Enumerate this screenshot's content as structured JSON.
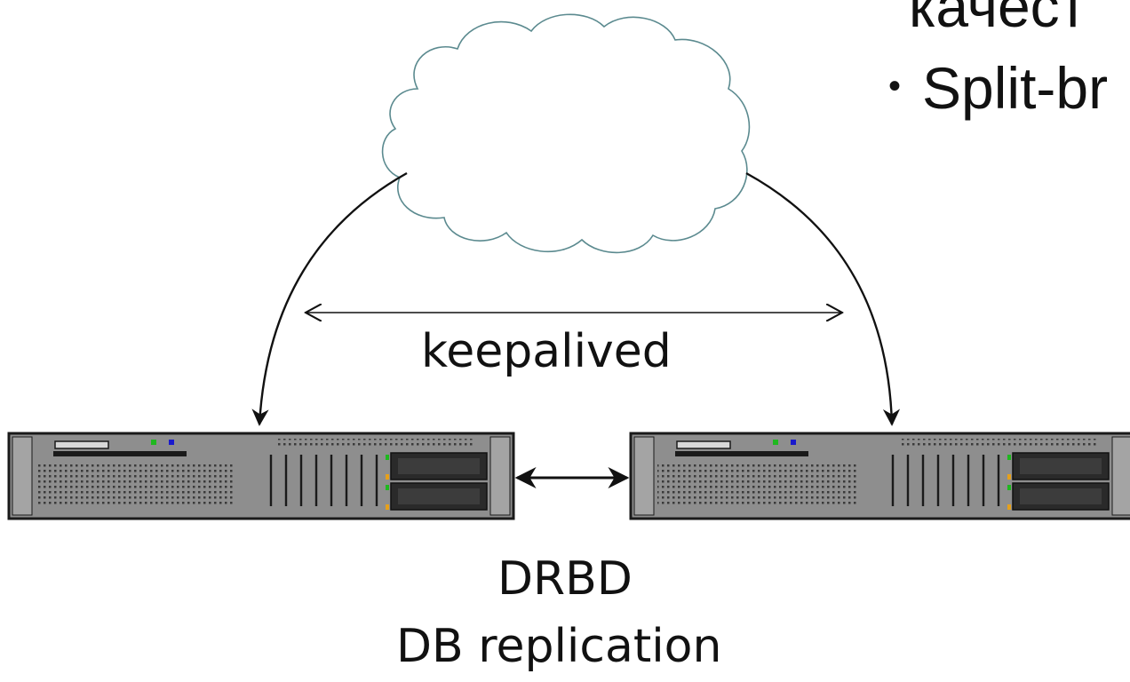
{
  "slide": {
    "bullet_line_1": "качест",
    "bullet_symbol": "•",
    "bullet_line_2": "Split-br"
  },
  "diagram": {
    "heartbeat_label": "keepalived",
    "replication_label_1": "DRBD",
    "replication_label_2": "DB replication",
    "nodes": [
      "server",
      "server"
    ],
    "colors": {
      "cloud_stroke": "#5b8a8f",
      "server_body": "#8e8e8e",
      "server_outline": "#1a1a1a",
      "led_green": "#1fb81f",
      "led_blue": "#1a1acc",
      "led_orange": "#e6a01a"
    }
  }
}
